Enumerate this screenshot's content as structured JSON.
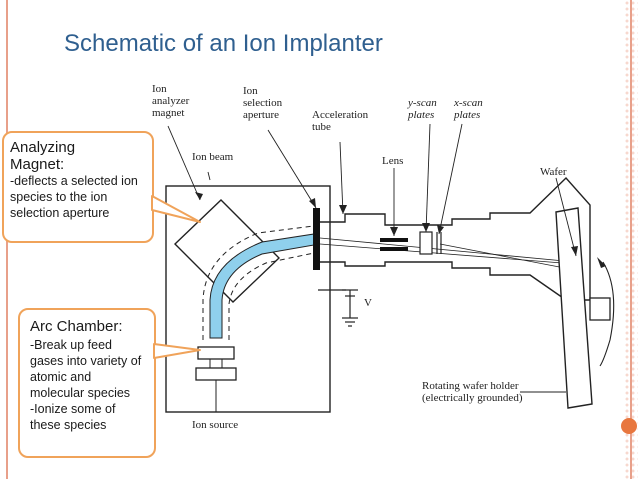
{
  "title": "Schematic of an Ion Implanter",
  "labels": {
    "ion_analyzer_magnet": [
      "Ion",
      "analyzer",
      "magnet"
    ],
    "ion_selection_aperture": [
      "Ion",
      "selection",
      "aperture"
    ],
    "acceleration_tube": [
      "Acceleration",
      "tube"
    ],
    "y_scan_plates": [
      "y-scan",
      "plates"
    ],
    "x_scan_plates": [
      "x-scan",
      "plates"
    ],
    "ion_beam": "Ion beam",
    "lens": "Lens",
    "wafer": "Wafer",
    "voltage": "V",
    "rotating_wafer_holder": [
      "Rotating wafer holder",
      "(electrically grounded)"
    ],
    "ion_source": "Ion source"
  },
  "callouts": {
    "analyzing_magnet": {
      "heading": "Analyzing Magnet:",
      "lines": [
        "-deflects a selected ion species to the ion selection aperture"
      ]
    },
    "arc_chamber": {
      "heading": "Arc Chamber:",
      "lines": [
        "-Break up feed gases into variety of atomic and molecular species",
        "-Ionize some of these species"
      ]
    }
  },
  "colors": {
    "title": "#2f5f8f",
    "callout_border": "#f0a35a",
    "beam_fill": "#8fd0ec",
    "frame_accent": "#e8a08a",
    "accent_dot": "#e8773f"
  }
}
